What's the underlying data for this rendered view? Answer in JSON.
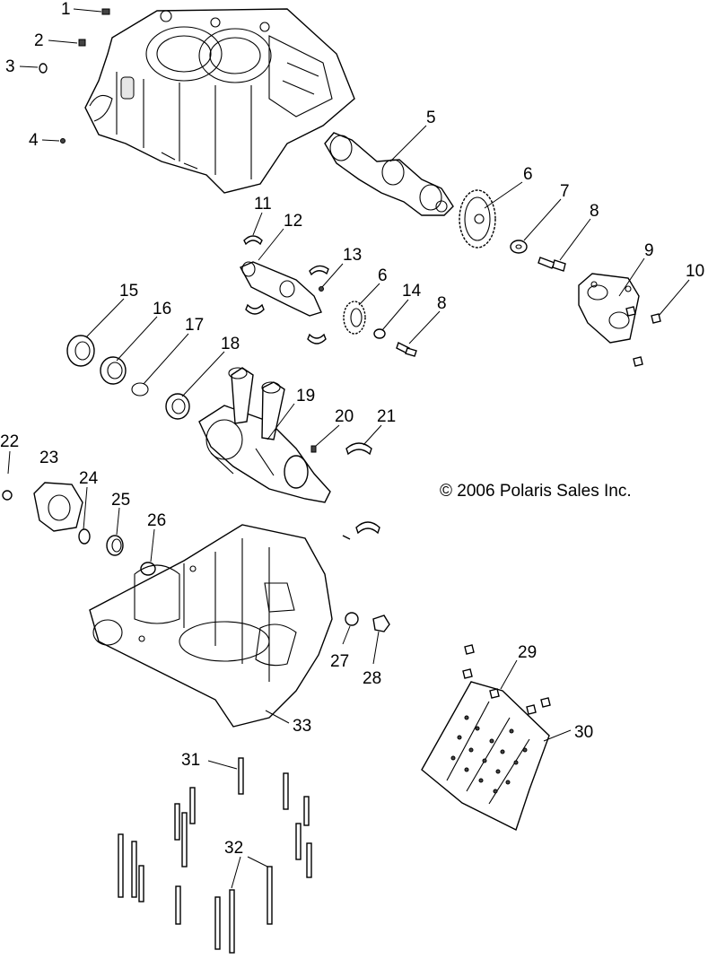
{
  "copyright": "© 2006 Polaris Sales Inc.",
  "callouts": [
    {
      "id": "c1",
      "text": "1"
    },
    {
      "id": "c2",
      "text": "2"
    },
    {
      "id": "c3",
      "text": "3"
    },
    {
      "id": "c4",
      "text": "4"
    },
    {
      "id": "c5",
      "text": "5"
    },
    {
      "id": "c6a",
      "text": "6"
    },
    {
      "id": "c7",
      "text": "7"
    },
    {
      "id": "c8a",
      "text": "8"
    },
    {
      "id": "c9",
      "text": "9"
    },
    {
      "id": "c10",
      "text": "10"
    },
    {
      "id": "c11",
      "text": "11"
    },
    {
      "id": "c12",
      "text": "12"
    },
    {
      "id": "c13",
      "text": "13"
    },
    {
      "id": "c6b",
      "text": "6"
    },
    {
      "id": "c14",
      "text": "14"
    },
    {
      "id": "c8b",
      "text": "8"
    },
    {
      "id": "c15",
      "text": "15"
    },
    {
      "id": "c16",
      "text": "16"
    },
    {
      "id": "c17",
      "text": "17"
    },
    {
      "id": "c18",
      "text": "18"
    },
    {
      "id": "c19",
      "text": "19"
    },
    {
      "id": "c20",
      "text": "20"
    },
    {
      "id": "c21",
      "text": "21"
    },
    {
      "id": "c22",
      "text": "22"
    },
    {
      "id": "c23",
      "text": "23"
    },
    {
      "id": "c24",
      "text": "24"
    },
    {
      "id": "c25",
      "text": "25"
    },
    {
      "id": "c26",
      "text": "26"
    },
    {
      "id": "c27",
      "text": "27"
    },
    {
      "id": "c28",
      "text": "28"
    },
    {
      "id": "c29",
      "text": "29"
    },
    {
      "id": "c30",
      "text": "30"
    },
    {
      "id": "c31",
      "text": "31"
    },
    {
      "id": "c32",
      "text": "32"
    },
    {
      "id": "c33",
      "text": "33"
    }
  ]
}
